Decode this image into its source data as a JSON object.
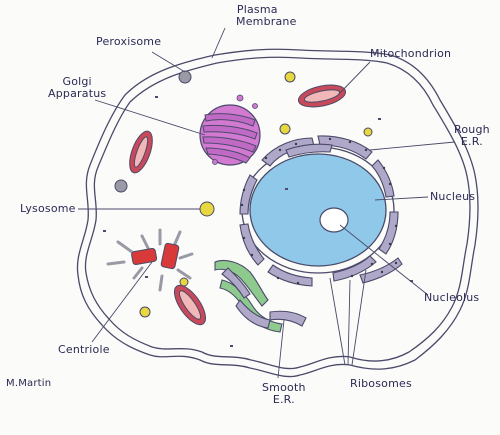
{
  "labels": {
    "plasma_membrane": [
      "Plasma",
      "Membrane"
    ],
    "peroxisome": "Peroxisome",
    "mitochondrion": "Mitochondrion",
    "golgi_apparatus": [
      "Golgi",
      "Apparatus"
    ],
    "rough_er": [
      "Rough",
      "E.R."
    ],
    "nucleus": "Nucleus",
    "lysosome": "Lysosome",
    "nucleolus": "Nucleolus",
    "centriole": "Centriole",
    "smooth_er": [
      "Smooth",
      "E.R."
    ],
    "ribosomes": "Ribosomes",
    "signature": "M.Martin"
  },
  "colors": {
    "outline": "#4a4a6a",
    "nucleus_fill": "#8fc8e8",
    "nucleolus_fill": "#ffffff",
    "rough_er_fill": "#b0a8c8",
    "smooth_er_fill": "#8ec98e",
    "golgi_fill": "#d27ad2",
    "mitochondrion_outer": "#c84a5a",
    "mitochondrion_inner": "#f2b8b8",
    "peroxisome_fill": "#9a9aa6",
    "lysosome_fill": "#e8d840",
    "centriole_fill": "#d83a3a",
    "label_ink": "#2a2a55"
  }
}
